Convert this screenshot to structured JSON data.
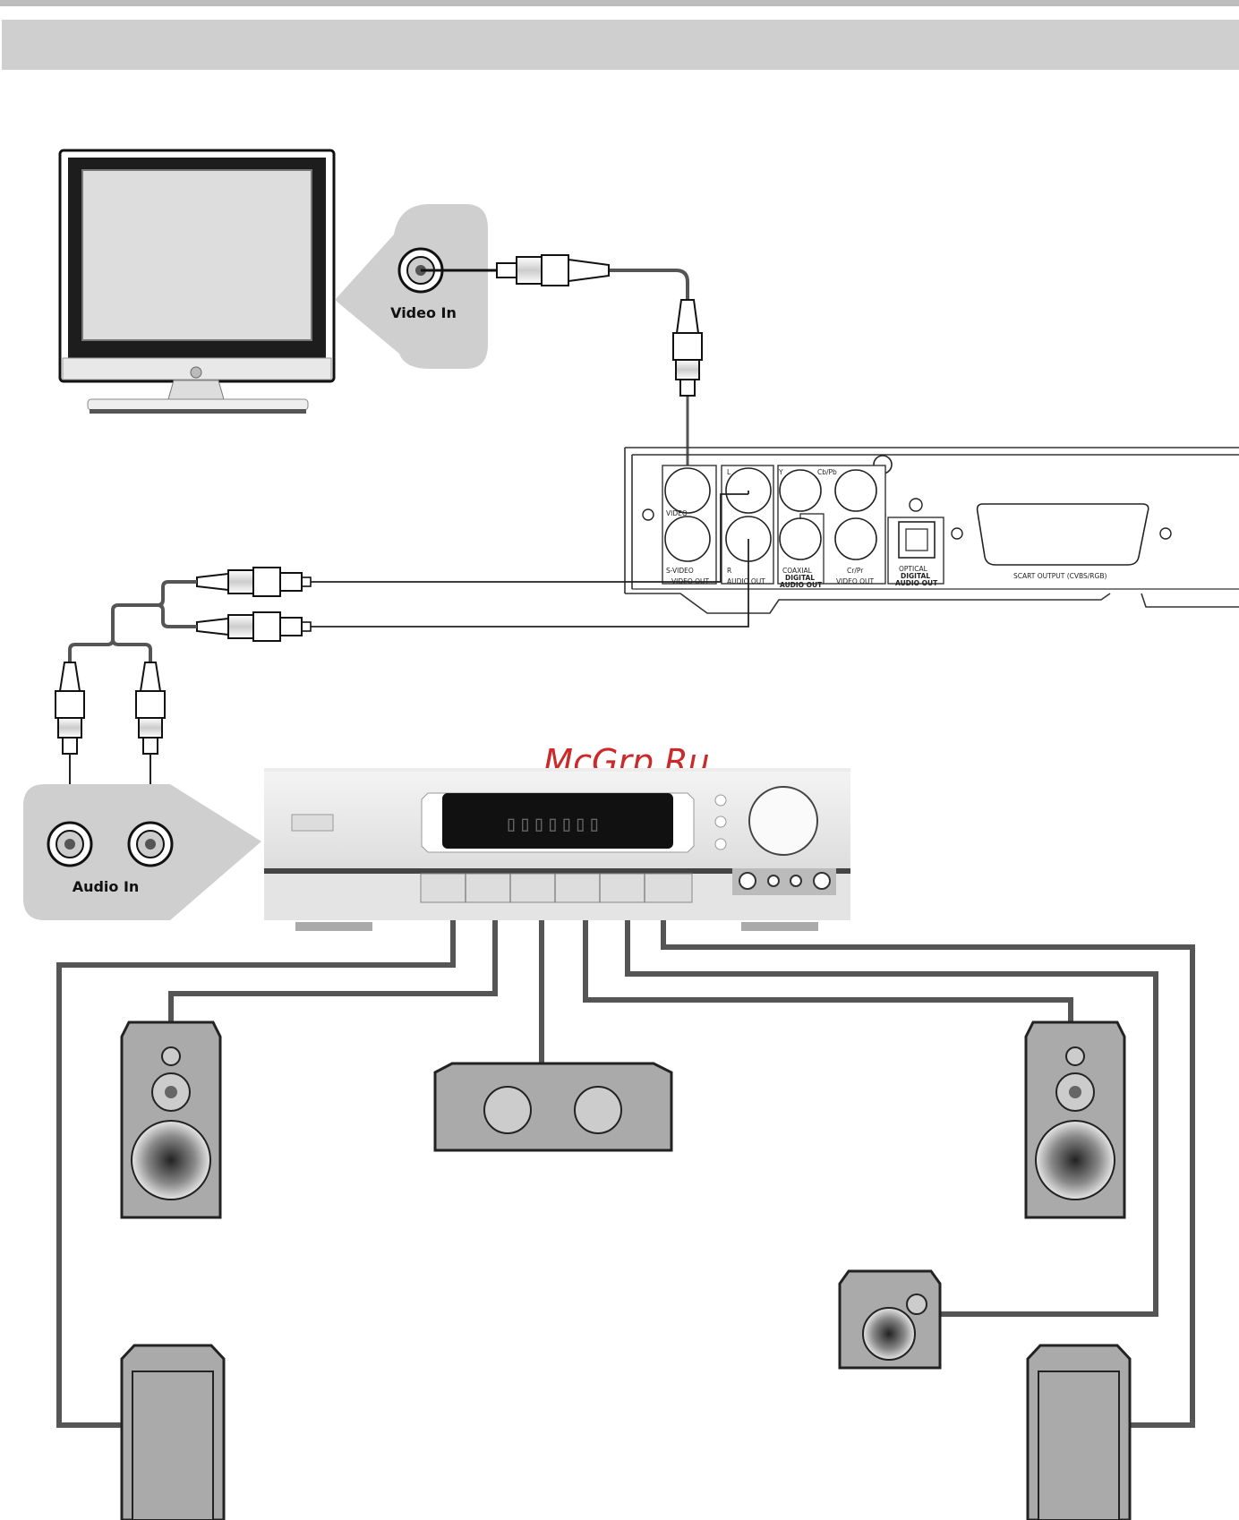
{
  "watermark": "McGrp.Ru",
  "tv_connector": {
    "label": "Video In"
  },
  "receiver_connector": {
    "label": "Audio In"
  },
  "dvd_panel": {
    "video": "VIDEO",
    "s_video": "S-VIDEO",
    "video_out": "VIDEO OUT",
    "l": "L",
    "r": "R",
    "audio_out": "AUDIO OUT",
    "y": "Y",
    "cb_pb": "Cb/Pb",
    "cr_pr": "Cr/Pr",
    "coaxial": "COAXIAL",
    "digital": "DIGITAL",
    "component_video_out": "VIDEO OUT",
    "optical": "OPTICAL",
    "optical_digital": "DIGITAL",
    "optical_audio_out": "AUDIO OUT",
    "scart": "SCART OUTPUT (CVBS/RGB)"
  },
  "colors": {
    "band": "#cfcfcf",
    "cable": "#555555",
    "speaker": "#aaaaaa",
    "watermark": "#cc2a2a"
  }
}
